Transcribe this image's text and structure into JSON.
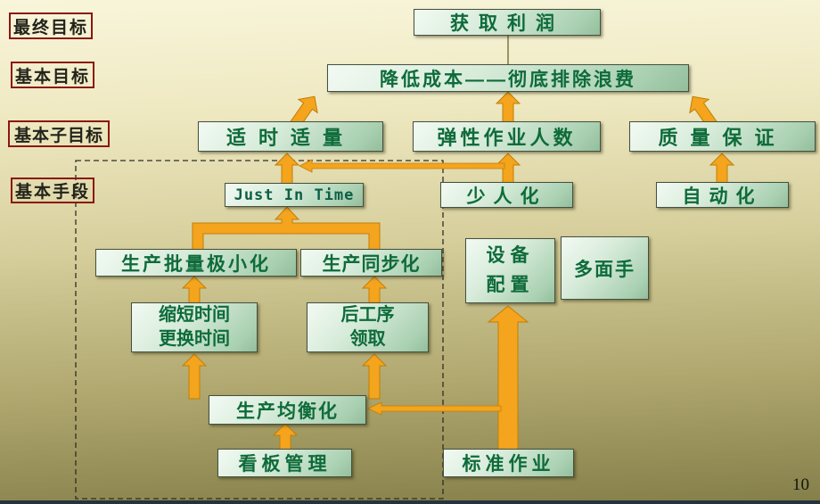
{
  "colors": {
    "arrow": "#F4A41D",
    "box_text": "#0E6B3A",
    "label_border": "#8B1713"
  },
  "side_labels": {
    "final": "最终目标",
    "basic": "基本目标",
    "sub": "基本子目标",
    "means": "基本手段"
  },
  "nodes": {
    "profit": "获取利润",
    "reduce_cost": "降低成本——彻底排除浪费",
    "right_time_quantity": "适时适量",
    "flexible_workers": "弹性作业人数",
    "quality_assurance": "质量保证",
    "jit": "Just In Time",
    "few_workers": "少人化",
    "autonomation": "自动化",
    "batch_minimization": "生产批量极小化",
    "sync_production": "生产同步化",
    "equipment_line1": "设备",
    "equipment_line2": "配置",
    "multi_skill": "多面手",
    "changeover_line1": "缩短时间",
    "changeover_line2": "更换时间",
    "pull_line1": "后工序",
    "pull_line2": "领取",
    "leveling": "生产均衡化",
    "kanban": "看板管理",
    "standard_work": "标准作业"
  },
  "page_number": "10"
}
